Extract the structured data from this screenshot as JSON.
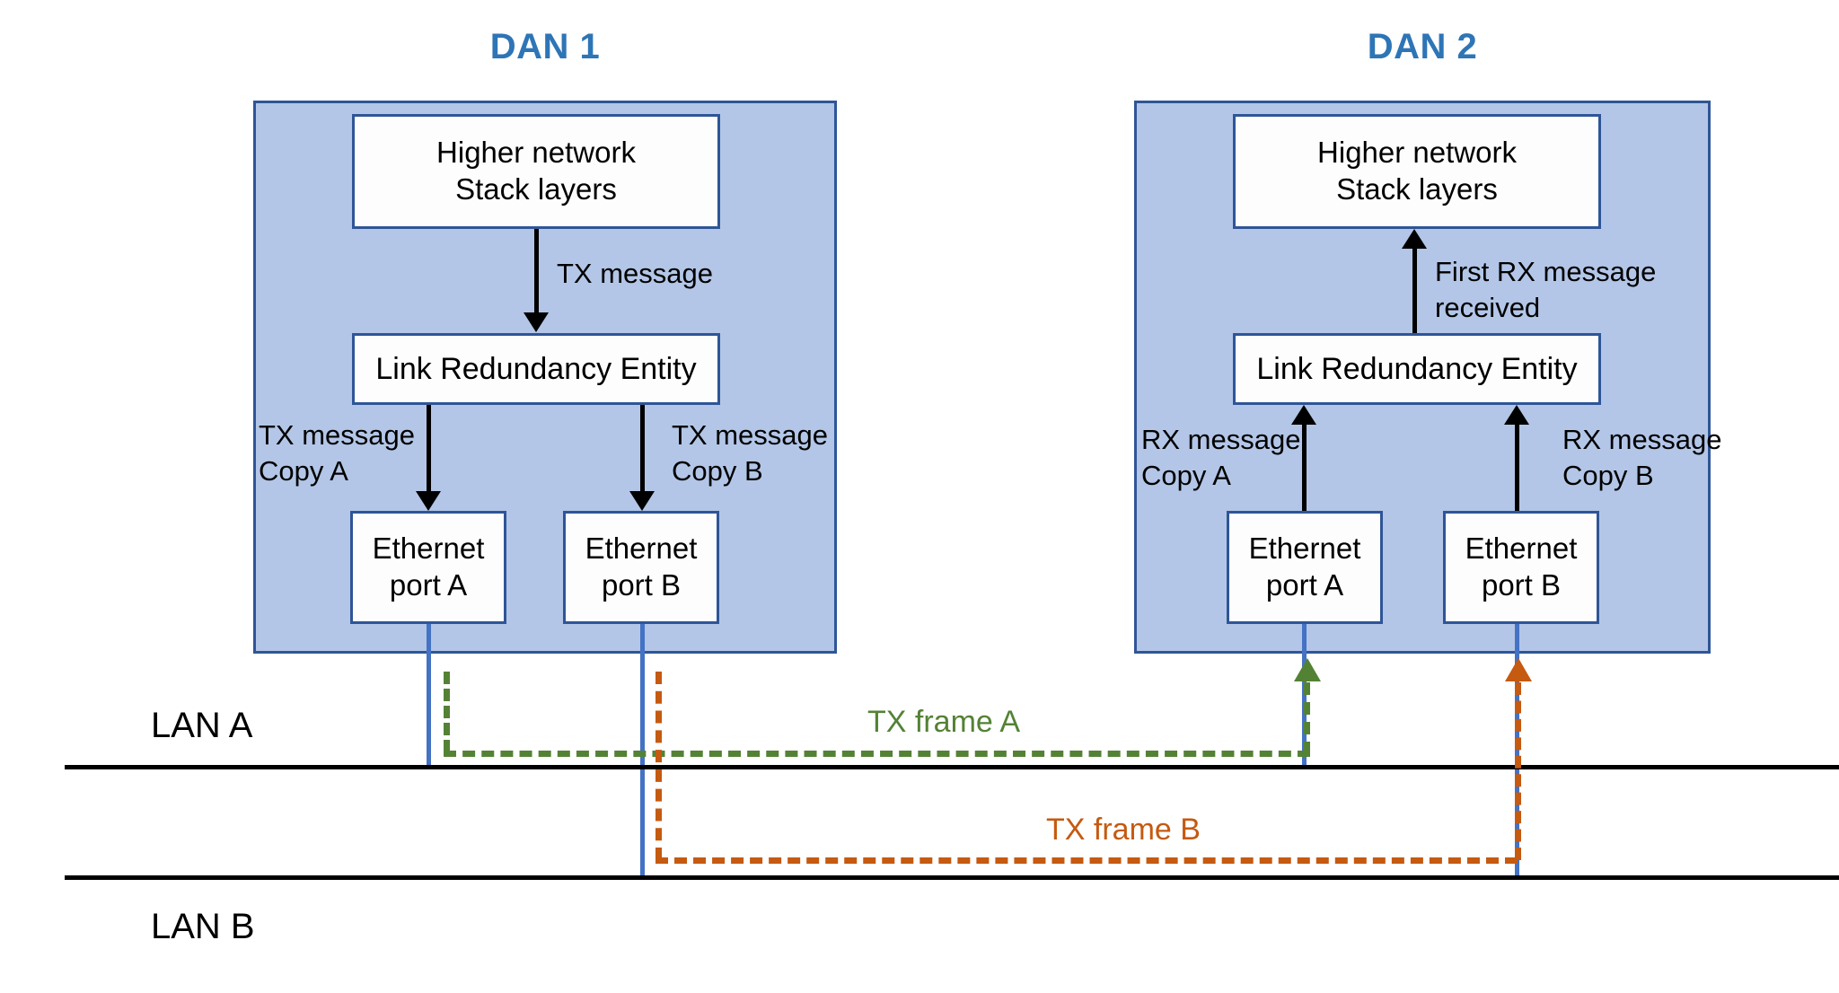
{
  "diagram": {
    "title_dan1": "DAN 1",
    "title_dan2": "DAN 2",
    "colors": {
      "panel_fill": "#B3C6E7",
      "panel_border": "#2F5597",
      "box_fill": "#FDFDFD",
      "title_text": "#2E75B6",
      "port_link": "#4472C4",
      "frame_a": "#548235",
      "frame_b": "#C55A11",
      "bus": "#000000"
    }
  },
  "dan1": {
    "title": "DAN 1",
    "higher_stack": "Higher network\nStack layers",
    "lre": "Link Redundancy Entity",
    "port_a": "Ethernet\nport A",
    "port_b": "Ethernet\nport B",
    "label_tx_message": "TX message",
    "label_tx_copy_a": "TX message\nCopy A",
    "label_tx_copy_b": "TX message\nCopy B"
  },
  "dan2": {
    "title": "DAN 2",
    "higher_stack": "Higher network\nStack layers",
    "lre": "Link Redundancy Entity",
    "port_a": "Ethernet\nport A",
    "port_b": "Ethernet\nport B",
    "label_first_rx": "First RX message\nreceived",
    "label_rx_copy_a": "RX message\nCopy A",
    "label_rx_copy_b": "RX message\nCopy B"
  },
  "network": {
    "lan_a_label": "LAN A",
    "lan_b_label": "LAN B",
    "tx_frame_a_label": "TX frame A",
    "tx_frame_b_label": "TX frame B"
  }
}
